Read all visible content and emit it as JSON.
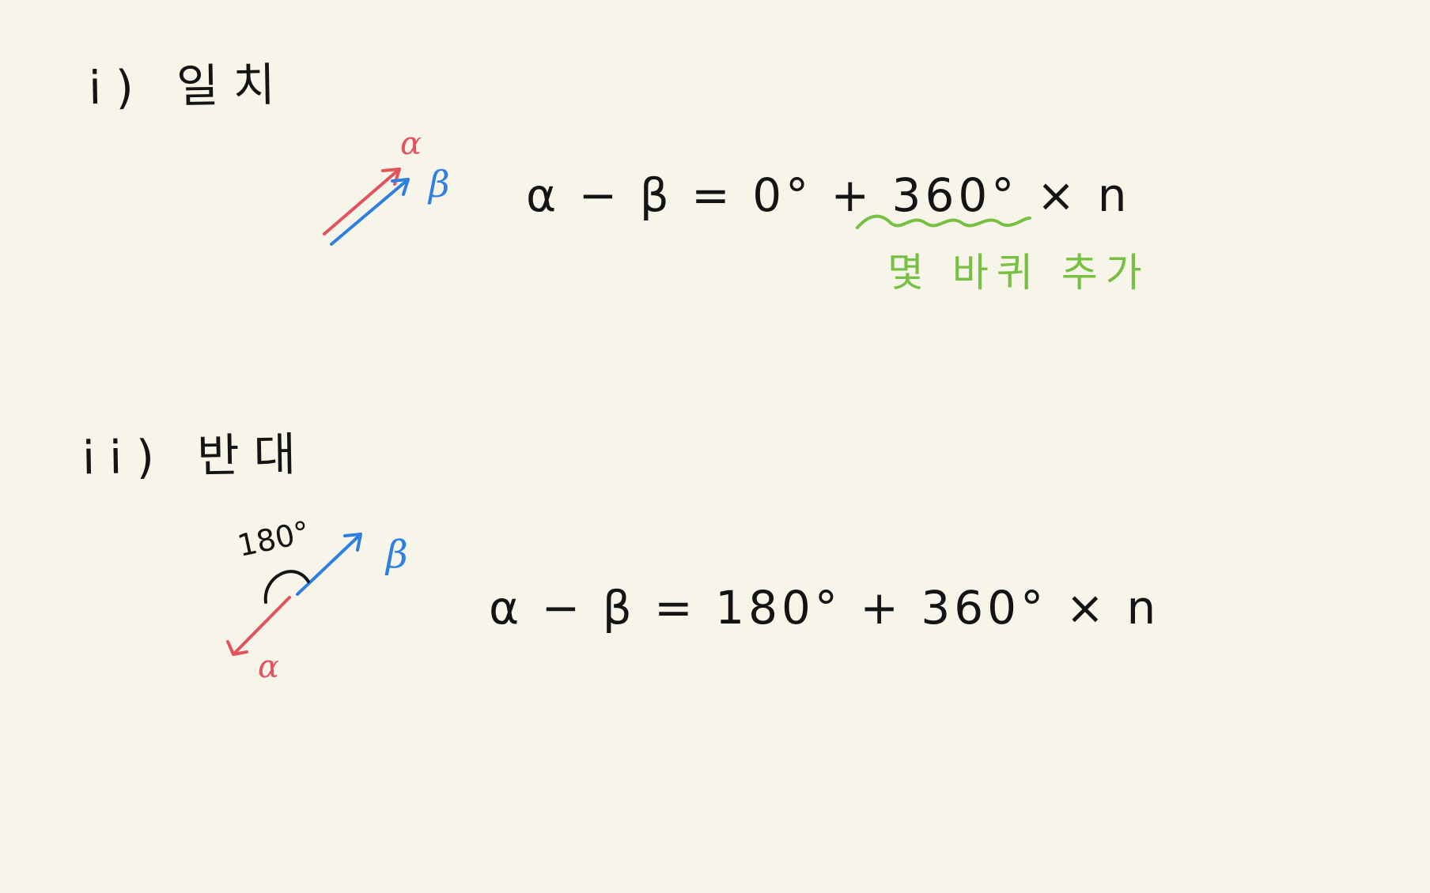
{
  "note": {
    "case1": {
      "heading": "i) 일치",
      "alpha_label": "α",
      "beta_label": "β",
      "equation": "α − β = 0° + 360° × n",
      "annotation": "몇 바퀴 추가"
    },
    "case2": {
      "heading": "ii) 반대",
      "angle_label": "180°",
      "alpha_label": "α",
      "beta_label": "β",
      "equation": "α − β = 180° + 360° × n"
    }
  },
  "colors": {
    "background": "#f7f5ea",
    "ink": "#141414",
    "alpha_red": "#e2535e",
    "beta_blue": "#2f7fe0",
    "annotation_green": "#78c043"
  },
  "icons": {
    "alpha_arrow": "arrow-up-right-icon",
    "beta_arrow": "arrow-up-right-icon",
    "alpha_opposite_arrow": "arrow-down-left-icon",
    "angle_arc": "arc-icon"
  }
}
